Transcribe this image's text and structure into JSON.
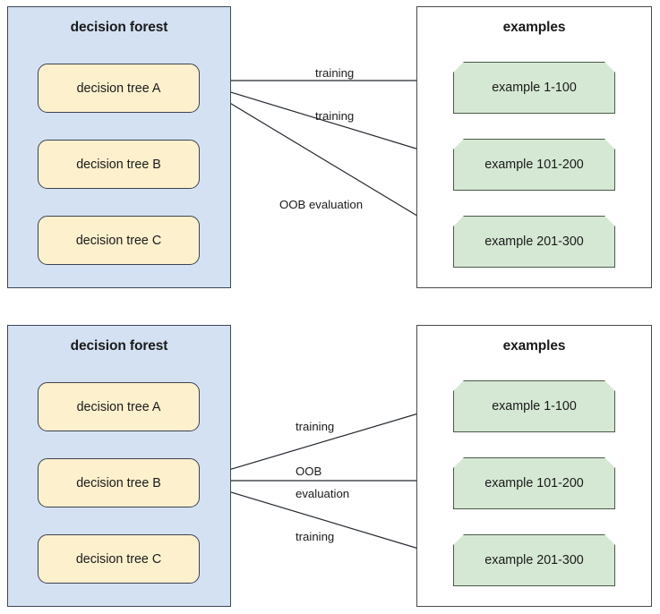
{
  "diagram": {
    "type": "flow-diagram",
    "title_top": "decision forest",
    "panels": [
      {
        "id": "top",
        "forest": {
          "title": "decision forest",
          "trees": [
            {
              "label": "decision tree A"
            },
            {
              "label": "decision tree B"
            },
            {
              "label": "decision tree C"
            }
          ]
        },
        "examples": {
          "title": "examples",
          "items": [
            {
              "label": "example 1-100"
            },
            {
              "label": "example 101-200"
            },
            {
              "label": "example 201-300"
            }
          ]
        },
        "edges": [
          {
            "from": "decision tree A",
            "to": "example 1-100",
            "label": "training"
          },
          {
            "from": "decision tree A",
            "to": "example 101-200",
            "label": "training"
          },
          {
            "from": "decision tree A",
            "to": "example 201-300",
            "label": "OOB evaluation"
          }
        ]
      },
      {
        "id": "bottom",
        "forest": {
          "title": "decision forest",
          "trees": [
            {
              "label": "decision tree A"
            },
            {
              "label": "decision tree B"
            },
            {
              "label": "decision tree C"
            }
          ]
        },
        "examples": {
          "title": "examples",
          "items": [
            {
              "label": "example 1-100"
            },
            {
              "label": "example 101-200"
            },
            {
              "label": "example 201-300"
            }
          ]
        },
        "edges": [
          {
            "from": "decision tree B",
            "to": "example 1-100",
            "label": "training"
          },
          {
            "from": "decision tree B",
            "to": "example 101-200",
            "label_line1": "OOB",
            "label_line2": "evaluation"
          },
          {
            "from": "decision tree B",
            "to": "example 201-300",
            "label": "training"
          }
        ]
      }
    ],
    "colors": {
      "forest_fill": "#d4e1f2",
      "forest_stroke": "#3c4858",
      "tree_fill": "#fdf0cd",
      "tree_stroke": "#3c4150",
      "example_fill": "#d5e8d4",
      "example_stroke": "#4a5a48",
      "examples_panel_fill": "#ffffff",
      "examples_panel_stroke": "#4a4a4a",
      "arrow": "#23282f",
      "text": "#1a1a1a"
    }
  }
}
